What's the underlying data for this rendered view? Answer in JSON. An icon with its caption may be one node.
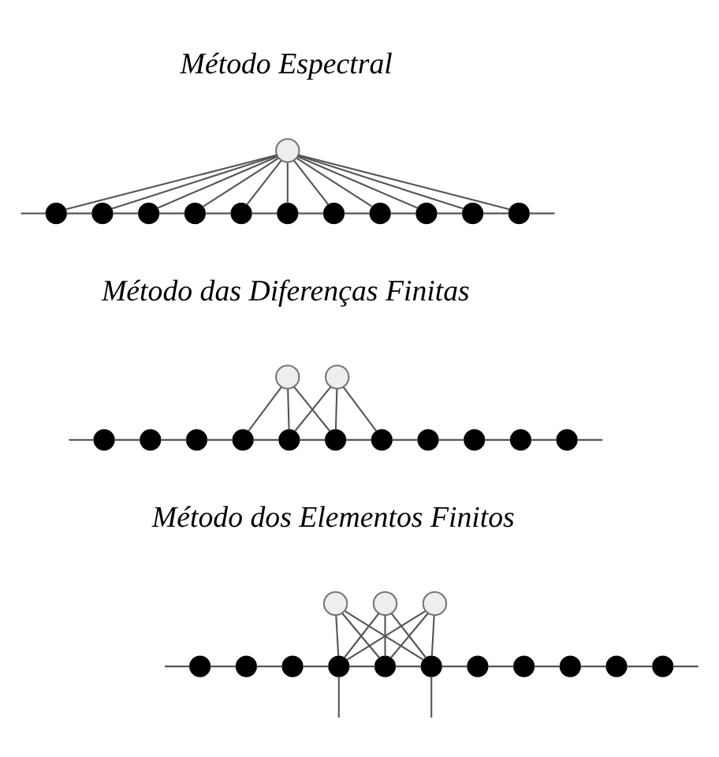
{
  "diagram": {
    "nodes": [
      {
        "text": [],
        "shape": "circle"
      },
      {
        "text": [],
        "shape": "circle"
      },
      {
        "text": [],
        "shape": "circle"
      },
      {
        "text": [],
        "shape": "circle"
      },
      {
        "text": [],
        "shape": "circle"
      },
      {
        "text": [],
        "shape": "circle"
      },
      {
        "text": [],
        "shape": "circle"
      },
      {
        "text": [],
        "shape": "circle"
      },
      {
        "text": [],
        "shape": "circle"
      },
      {
        "text": [],
        "shape": "circle"
      },
      {
        "text": [],
        "shape": "circle"
      },
      {
        "text": [],
        "shape": "circle"
      },
      {
        "text": [],
        "shape": "circle"
      },
      {
        "text": [],
        "shape": "circle"
      },
      {
        "text": [],
        "shape": "circle"
      },
      {
        "text": [],
        "shape": "circle"
      },
      {
        "text": [],
        "shape": "circle"
      },
      {
        "text": [],
        "shape": "circle"
      },
      {
        "text": [],
        "shape": "circle"
      },
      {
        "text": [],
        "shape": "circle"
      },
      {
        "text": [],
        "shape": "circle"
      },
      {
        "text": [],
        "shape": "circle"
      },
      {
        "text": [],
        "shape": "circle"
      },
      {
        "text": [],
        "shape": "circle"
      },
      {
        "text": [],
        "shape": "circle"
      },
      {
        "text": [],
        "shape": "circle"
      },
      {
        "text": [],
        "shape": "circle"
      },
      {
        "text": [],
        "shape": "circle"
      },
      {
        "text": [],
        "shape": "circle"
      },
      {
        "text": [],
        "shape": "circle"
      },
      {
        "text": [],
        "shape": "circle"
      },
      {
        "text": [],
        "shape": "circle"
      },
      {
        "text": [],
        "shape": "circle"
      },
      {
        "text": [],
        "shape": "circle"
      },
      {
        "text": [],
        "shape": "circle"
      },
      {
        "text": [],
        "shape": "circle"
      },
      {
        "text": [],
        "shape": "circle"
      },
      {
        "text": [],
        "shape": "circle"
      },
      {
        "text": [],
        "shape": "circle"
      }
    ],
    "edges": [
      {
        "from": 0,
        "to": 1,
        "arrow": "none"
      },
      {
        "from": 0,
        "to": 2,
        "arrow": "none"
      },
      {
        "from": 0,
        "to": 3,
        "arrow": "none"
      },
      {
        "from": 0,
        "to": 4,
        "arrow": "none"
      },
      {
        "from": 0,
        "to": 5,
        "arrow": "none"
      },
      {
        "from": 0,
        "to": 6,
        "arrow": "none"
      },
      {
        "from": 0,
        "to": 7,
        "arrow": "none"
      },
      {
        "from": 0,
        "to": 8,
        "arrow": "none"
      },
      {
        "from": 0,
        "to": 9,
        "arrow": "none"
      },
      {
        "from": 0,
        "to": 10,
        "arrow": "none"
      },
      {
        "from": 0,
        "to": 11,
        "arrow": "none"
      },
      {
        "from": null,
        "to": 1,
        "arrow": "none"
      },
      {
        "from": 1,
        "to": 2,
        "arrow": "none"
      },
      {
        "from": 2,
        "to": 3,
        "arrow": "none"
      },
      {
        "from": 3,
        "to": 4,
        "arrow": "none"
      },
      {
        "from": 4,
        "to": 5,
        "arrow": "none"
      },
      {
        "from": 5,
        "to": 6,
        "arrow": "none"
      },
      {
        "from": 6,
        "to": 7,
        "arrow": "none"
      },
      {
        "from": 7,
        "to": 8,
        "arrow": "none"
      },
      {
        "from": 8,
        "to": 9,
        "arrow": "none"
      },
      {
        "from": 9,
        "to": 10,
        "arrow": "none"
      },
      {
        "from": 10,
        "to": 11,
        "arrow": "none"
      },
      {
        "from": 11,
        "to": null,
        "arrow": "none"
      },
      {
        "from": 12,
        "to": 17,
        "arrow": "none"
      },
      {
        "from": 12,
        "to": 18,
        "arrow": "none"
      },
      {
        "from": 12,
        "to": 19,
        "arrow": "none"
      },
      {
        "from": 13,
        "to": 18,
        "arrow": "none"
      },
      {
        "from": 13,
        "to": 19,
        "arrow": "none"
      },
      {
        "from": 13,
        "to": 20,
        "arrow": "none"
      },
      {
        "from": null,
        "to": 14,
        "arrow": "none"
      },
      {
        "from": 14,
        "to": 15,
        "arrow": "none"
      },
      {
        "from": 15,
        "to": 16,
        "arrow": "none"
      },
      {
        "from": 16,
        "to": 17,
        "arrow": "none"
      },
      {
        "from": 17,
        "to": 18,
        "arrow": "none"
      },
      {
        "from": 18,
        "to": 19,
        "arrow": "none"
      },
      {
        "from": 19,
        "to": 20,
        "arrow": "none"
      },
      {
        "from": 20,
        "to": 21,
        "arrow": "none"
      },
      {
        "from": 21,
        "to": 22,
        "arrow": "none"
      },
      {
        "from": 22,
        "to": 23,
        "arrow": "none"
      },
      {
        "from": 23,
        "to": 24,
        "arrow": "none"
      },
      {
        "from": 24,
        "to": null,
        "arrow": "none"
      },
      {
        "from": 25,
        "to": 31,
        "arrow": "none"
      },
      {
        "from": 25,
        "to": 32,
        "arrow": "none"
      },
      {
        "from": 25,
        "to": 33,
        "arrow": "none"
      },
      {
        "from": 26,
        "to": 31,
        "arrow": "none"
      },
      {
        "from": 26,
        "to": 32,
        "arrow": "none"
      },
      {
        "from": 26,
        "to": 33,
        "arrow": "none"
      },
      {
        "from": 27,
        "to": 31,
        "arrow": "none"
      },
      {
        "from": 27,
        "to": 32,
        "arrow": "none"
      },
      {
        "from": 27,
        "to": 33,
        "arrow": "none"
      },
      {
        "from": null,
        "to": 28,
        "arrow": "none"
      },
      {
        "from": 28,
        "to": 29,
        "arrow": "none"
      },
      {
        "from": 29,
        "to": 30,
        "arrow": "none"
      },
      {
        "from": 30,
        "to": 31,
        "arrow": "none"
      },
      {
        "from": 31,
        "to": 32,
        "arrow": "none"
      },
      {
        "from": 32,
        "to": 33,
        "arrow": "none"
      },
      {
        "from": 33,
        "to": 34,
        "arrow": "none"
      },
      {
        "from": 34,
        "to": 35,
        "arrow": "none"
      },
      {
        "from": 35,
        "to": 36,
        "arrow": "none"
      },
      {
        "from": 36,
        "to": 37,
        "arrow": "none"
      },
      {
        "from": 37,
        "to": 38,
        "arrow": "none"
      },
      {
        "from": 38,
        "to": null,
        "arrow": "none"
      },
      {
        "from": 31,
        "to": null,
        "arrow": "none"
      },
      {
        "from": 33,
        "to": null,
        "arrow": "none"
      }
    ],
    "labels": [
      "Método Espectral",
      "Método das Diferenças Finitas",
      "Método dos Elementos Finitos"
    ]
  }
}
